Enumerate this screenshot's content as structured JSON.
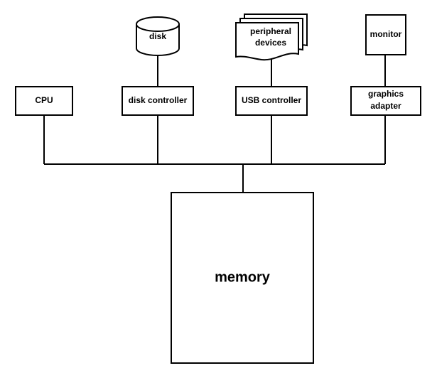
{
  "diagram": {
    "nodes": {
      "cpu": {
        "label": "CPU"
      },
      "disk": {
        "label": "disk"
      },
      "disk_controller": {
        "label": "disk controller"
      },
      "peripheral_devices": {
        "lines": [
          "peripheral",
          "devices"
        ]
      },
      "usb_controller": {
        "label": "USB controller"
      },
      "monitor": {
        "label": "monitor"
      },
      "graphics_adapter": {
        "lines": [
          "graphics",
          "adapter"
        ]
      },
      "memory": {
        "label": "memory"
      }
    },
    "colors": {
      "stroke": "#000000",
      "fill": "#ffffff",
      "text": "#000000"
    }
  }
}
